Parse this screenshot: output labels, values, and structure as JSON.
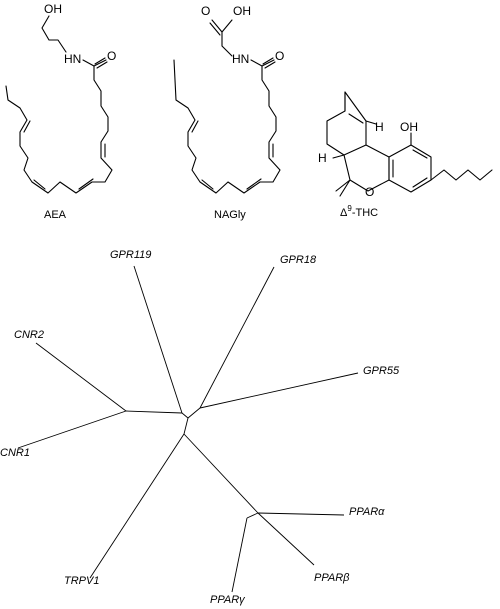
{
  "molecules": {
    "aea": {
      "name": "AEA",
      "atoms": {
        "oh": "OH",
        "nh": "HN",
        "o": "O"
      }
    },
    "nagly": {
      "name": "NAGly",
      "atoms": {
        "o_top": "O",
        "oh": "OH",
        "nh": "HN",
        "o": "O"
      }
    },
    "thc": {
      "name_prefix": "Δ",
      "name_sup": "9",
      "name_suffix": "-THC",
      "atoms": {
        "oh": "OH",
        "o": "O",
        "h1": "H",
        "h2": "H"
      }
    }
  },
  "tree": {
    "leaves": {
      "gpr119": "GPR119",
      "gpr18": "GPR18",
      "cnr2": "CNR2",
      "gpr55": "GPR55",
      "cnr1": "CNR1",
      "ppara": "PPARα",
      "trpv1": "TRPV1",
      "pparb": "PPARβ",
      "pparg": "PPARγ"
    }
  }
}
